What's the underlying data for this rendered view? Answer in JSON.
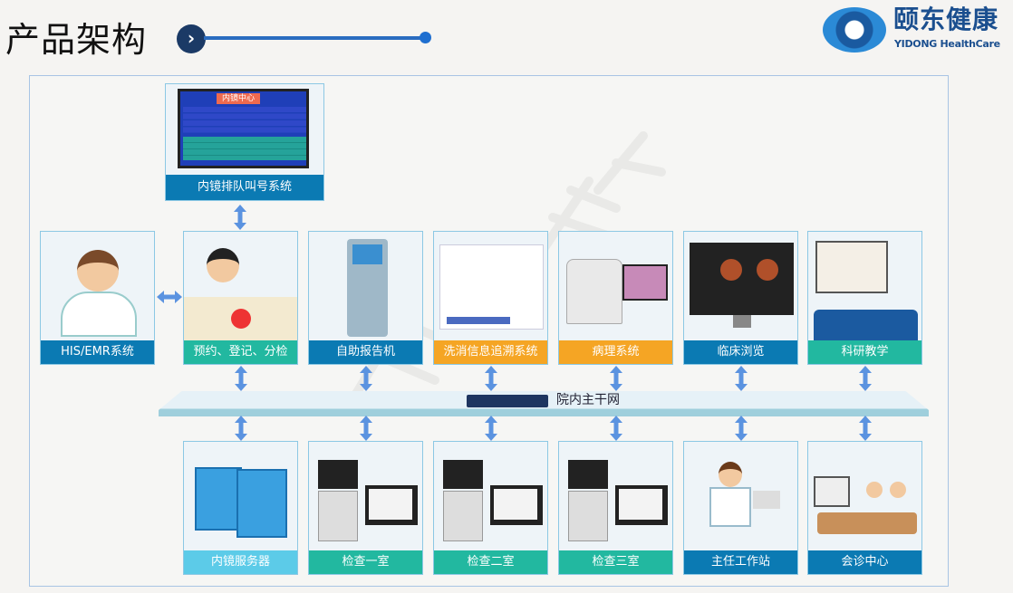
{
  "header": {
    "title": "产品架构",
    "logo_cn": "颐东健康",
    "logo_en": "YIDONG HealthCare"
  },
  "watermark": "颐东健康",
  "queue_system": {
    "label": "内镜排队叫号系统",
    "screen_title": "内镜中心"
  },
  "top_row": [
    {
      "label": "HIS/EMR系统",
      "color": "#0b7ab3",
      "icon": "doctor-icon"
    },
    {
      "label": "预约、登记、分检",
      "color": "#22b8a0",
      "icon": "nurse-desk-icon"
    },
    {
      "label": "自助报告机",
      "color": "#0b7ab3",
      "icon": "kiosk-icon"
    },
    {
      "label": "洗消信息追溯系统",
      "color": "#f5a524",
      "icon": "disinfection-icon"
    },
    {
      "label": "病理系统",
      "color": "#f5a524",
      "icon": "microscope-scanner-icon"
    },
    {
      "label": "临床浏览",
      "color": "#0b7ab3",
      "icon": "monitor-icon"
    },
    {
      "label": "科研教学",
      "color": "#22b8a0",
      "icon": "classroom-icon"
    }
  ],
  "backbone": {
    "label": "院内主干网"
  },
  "bottom_row": [
    {
      "label": "内镜服务器",
      "color": "#5ccbe8",
      "icon": "server-icon"
    },
    {
      "label": "检查一室",
      "color": "#22b8a0",
      "icon": "endoscopy-workstation-icon"
    },
    {
      "label": "检查二室",
      "color": "#22b8a0",
      "icon": "endoscopy-workstation-icon"
    },
    {
      "label": "检查三室",
      "color": "#22b8a0",
      "icon": "endoscopy-workstation-icon"
    },
    {
      "label": "主任工作站",
      "color": "#0b7ab3",
      "icon": "director-workstation-icon"
    },
    {
      "label": "会诊中心",
      "color": "#0b7ab3",
      "icon": "consultation-icon"
    }
  ]
}
